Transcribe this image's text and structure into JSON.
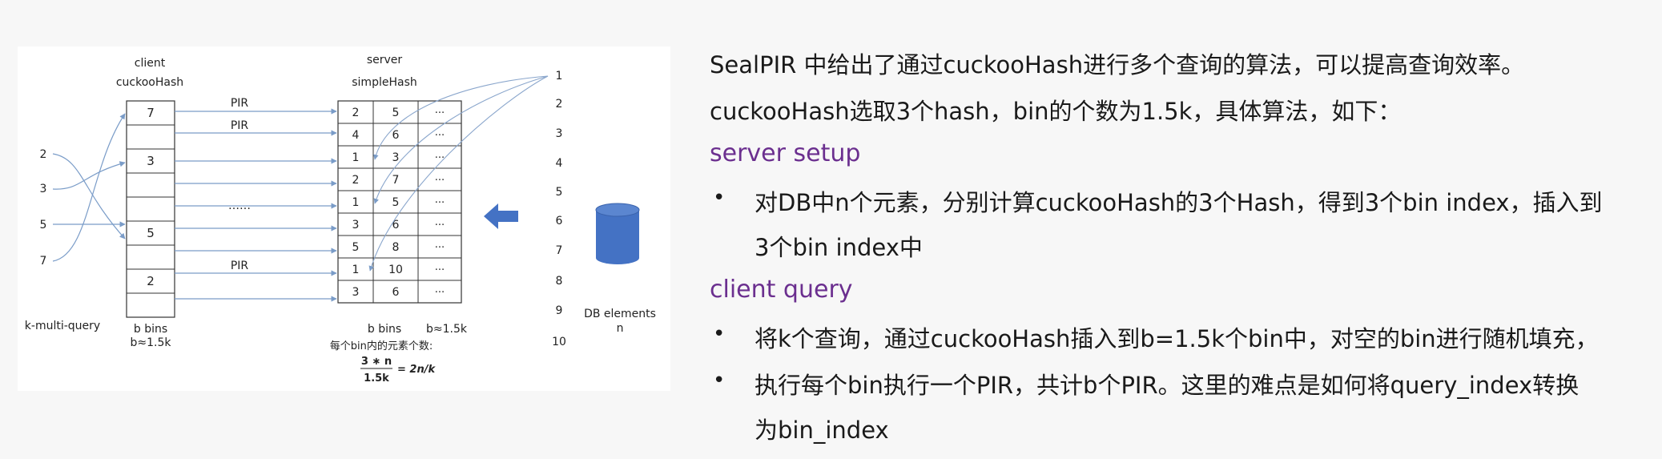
{
  "diagram": {
    "client_title": "client",
    "client_sub": "cuckooHash",
    "server_title": "server",
    "server_sub": "simpleHash",
    "queries": [
      "2",
      "3",
      "5",
      "7"
    ],
    "k_label": "k-multi-query",
    "client_cells": [
      "7",
      "",
      "3",
      "",
      "",
      "5",
      "",
      "2",
      ""
    ],
    "client_foot1": "b bins",
    "client_foot2": "b≈1.5k",
    "pir_labels": [
      "PIR",
      "PIR",
      "PIR"
    ],
    "ellipsis": "……",
    "server_rows": [
      [
        "2",
        "5",
        "···"
      ],
      [
        "4",
        "6",
        "···"
      ],
      [
        "1",
        "3",
        "···"
      ],
      [
        "2",
        "7",
        "···"
      ],
      [
        "1",
        "5",
        "···"
      ],
      [
        "3",
        "6",
        "···"
      ],
      [
        "5",
        "8",
        "···"
      ],
      [
        "1",
        "10",
        "···"
      ],
      [
        "3",
        "6",
        "···"
      ]
    ],
    "server_foot1": "b bins",
    "server_foot2": "b≈1.5k",
    "server_foot3": "每个bin内的元素个数:",
    "formula_num": "3 ∗ n",
    "formula_den": "1.5k",
    "formula_rhs": "= 2n/k",
    "db_numbers": [
      "1",
      "2",
      "3",
      "4",
      "5",
      "6",
      "7",
      "8",
      "9",
      "10"
    ],
    "db_label1": "DB elements",
    "db_label2": "n",
    "colors": {
      "accent_blue": "#4472c4",
      "db_blue": "#4472c4"
    }
  },
  "text": {
    "line1": "SealPIR 中给出了通过cuckooHash进行多个查询的算法，可以提高查询效率。",
    "line2": "cuckooHash选取3个hash，bin的个数为1.5k，具体算法，如下：",
    "heading1": "server setup",
    "bullet1_a": "对DB中n个元素，分别计算cuckooHash的3个Hash，得到3个bin index，插入到",
    "bullet1_b": "3个bin index中",
    "heading2": "client query",
    "bullet2": "将k个查询，通过cuckooHash插入到b=1.5k个bin中，对空的bin进行随机填充，",
    "bullet3_a": "执行每个bin执行一个PIR，共计b个PIR。这里的难点是如何将query_index转换",
    "bullet3_b": "为bin_index",
    "bullet_char": "•",
    "colors": {
      "heading": "#6b2f8f"
    }
  }
}
